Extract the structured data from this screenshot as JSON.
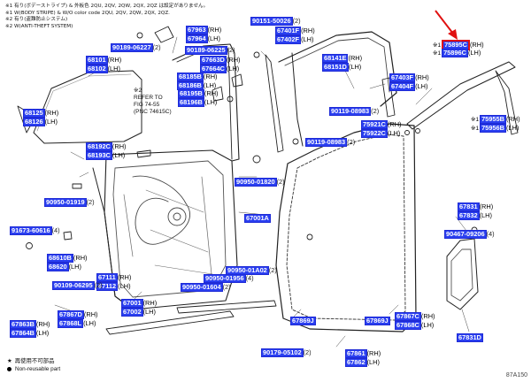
{
  "notes": [
    "※1 有り(ボデーストライプ) & 外板色 2QU, 2QV, 2QW, 2QX, 2QZ は設定がありません。",
    "※1 W(BODY STRIPE) & W/O color code 2QU, 2QV, 2QW, 2QX, 2QZ.",
    "※2 有り(盗難防止システム)",
    "※2 W(ANTI-THEFT SYSTEM)"
  ],
  "refer": {
    "mark": "※2",
    "line1": "REFER TO",
    "fig": "FIG 74-55",
    "pnc": "(PNC 74615C)"
  },
  "parts": {
    "p90189": {
      "pn": "90189-06227",
      "q": "(2)"
    },
    "p67963": {
      "pn": "67963",
      "s": "(RH)"
    },
    "p67964": {
      "pn": "67964",
      "s": "(LH)"
    },
    "p90151": {
      "pn": "90151-50026",
      "q": "(2)"
    },
    "p67401": {
      "pn": "67401F",
      "s": "(RH)"
    },
    "p67402": {
      "pn": "67402F",
      "s": "(LH)"
    },
    "p68101": {
      "pn": "68101",
      "s": "(RH)"
    },
    "p68102": {
      "pn": "68102",
      "s": "(LH)"
    },
    "p90189b": {
      "pn": "90189-06225",
      "q": "(2)"
    },
    "p67663": {
      "pn": "67663D",
      "s": "(RH)"
    },
    "p67664": {
      "pn": "67664C",
      "s": "(LH)"
    },
    "p68141": {
      "pn": "68141E",
      "s": "(RH)"
    },
    "p68151": {
      "pn": "68151D",
      "s": "(LH)"
    },
    "p75895": {
      "pn": "75895C",
      "s": "(RH)",
      "mk": "※1"
    },
    "p75896": {
      "pn": "75896C",
      "s": "(LH)",
      "mk": "※1"
    },
    "p67403": {
      "pn": "67403F",
      "s": "(RH)"
    },
    "p67404": {
      "pn": "67404F",
      "s": "(LH)"
    },
    "p68185": {
      "pn": "68185B",
      "s": "(RH)"
    },
    "p68186": {
      "pn": "68186B",
      "s": "(LH)"
    },
    "p68195": {
      "pn": "68195B",
      "s": "(RH)"
    },
    "p68196": {
      "pn": "68196B",
      "s": "(LH)"
    },
    "p68125": {
      "pn": "68125",
      "s": "(RH)"
    },
    "p68126": {
      "pn": "68126",
      "s": "(LH)"
    },
    "p90119": {
      "pn": "90119-08983",
      "q": "(2)"
    },
    "p75921": {
      "pn": "75921C",
      "s": "(RH)"
    },
    "p75922": {
      "pn": "75922C",
      "s": "(LH)"
    },
    "p75955": {
      "pn": "75955B",
      "s": "(RH)",
      "mk": "※1"
    },
    "p75956": {
      "pn": "75956B",
      "s": "(LH)",
      "mk": "※1"
    },
    "p90119b": {
      "pn": "90119-08983",
      "q": "(2)"
    },
    "p68192": {
      "pn": "68192C",
      "s": "(RH)"
    },
    "p68193": {
      "pn": "68193C",
      "s": "(LH)"
    },
    "p90950a": {
      "pn": "90950-01919",
      "q": "(2)"
    },
    "p90950b": {
      "pn": "90950-01820",
      "q": "(2)"
    },
    "p67001a": {
      "pn": "67001A"
    },
    "p67831": {
      "pn": "67831",
      "s": "(RH)"
    },
    "p67832": {
      "pn": "67832",
      "s": "(LH)"
    },
    "p91673": {
      "pn": "91673-60616",
      "q": "(4)"
    },
    "p90467": {
      "pn": "90467-09206",
      "q": "(4)"
    },
    "p68610": {
      "pn": "68610B",
      "s": "(RH)"
    },
    "p68620": {
      "pn": "68620",
      "s": "(LH)"
    },
    "p90950c": {
      "pn": "90950-01A02",
      "q": "(2)"
    },
    "p90950d": {
      "pn": "90950-01956",
      "q": "(4)"
    },
    "p90950e": {
      "pn": "90950-01604",
      "q": "(2)"
    },
    "p90109": {
      "pn": "90109-06295",
      "q": "(2)"
    },
    "p67111": {
      "pn": "67111",
      "s": "(RH)"
    },
    "p67112": {
      "pn": "67112",
      "s": "(LH)"
    },
    "p67001": {
      "pn": "67001",
      "s": "(RH)"
    },
    "p67002": {
      "pn": "67002",
      "s": "(LH)"
    },
    "p67863": {
      "pn": "67863B",
      "s": "(RH)"
    },
    "p67864": {
      "pn": "67864B",
      "s": "(LH)"
    },
    "p67867": {
      "pn": "67867D",
      "s": "(RH)"
    },
    "p67868": {
      "pn": "67868L",
      "s": "(LH)"
    },
    "p67869j1": {
      "pn": "67869J"
    },
    "p67869j2": {
      "pn": "67869J"
    },
    "p67867c": {
      "pn": "67867C",
      "s": "(RH)"
    },
    "p67868c": {
      "pn": "67868C",
      "s": "(LH)"
    },
    "p67831d": {
      "pn": "67831D"
    },
    "p90179": {
      "pn": "90179-05102",
      "q": "(2)"
    },
    "p67861": {
      "pn": "67861",
      "s": "(RH)"
    },
    "p67862": {
      "pn": "67862",
      "s": "(LH)"
    }
  },
  "legend": {
    "star": "★",
    "star_text": "再使用不可部品",
    "dot_text": "Non-reusable part"
  },
  "diagram_code": "87A150"
}
